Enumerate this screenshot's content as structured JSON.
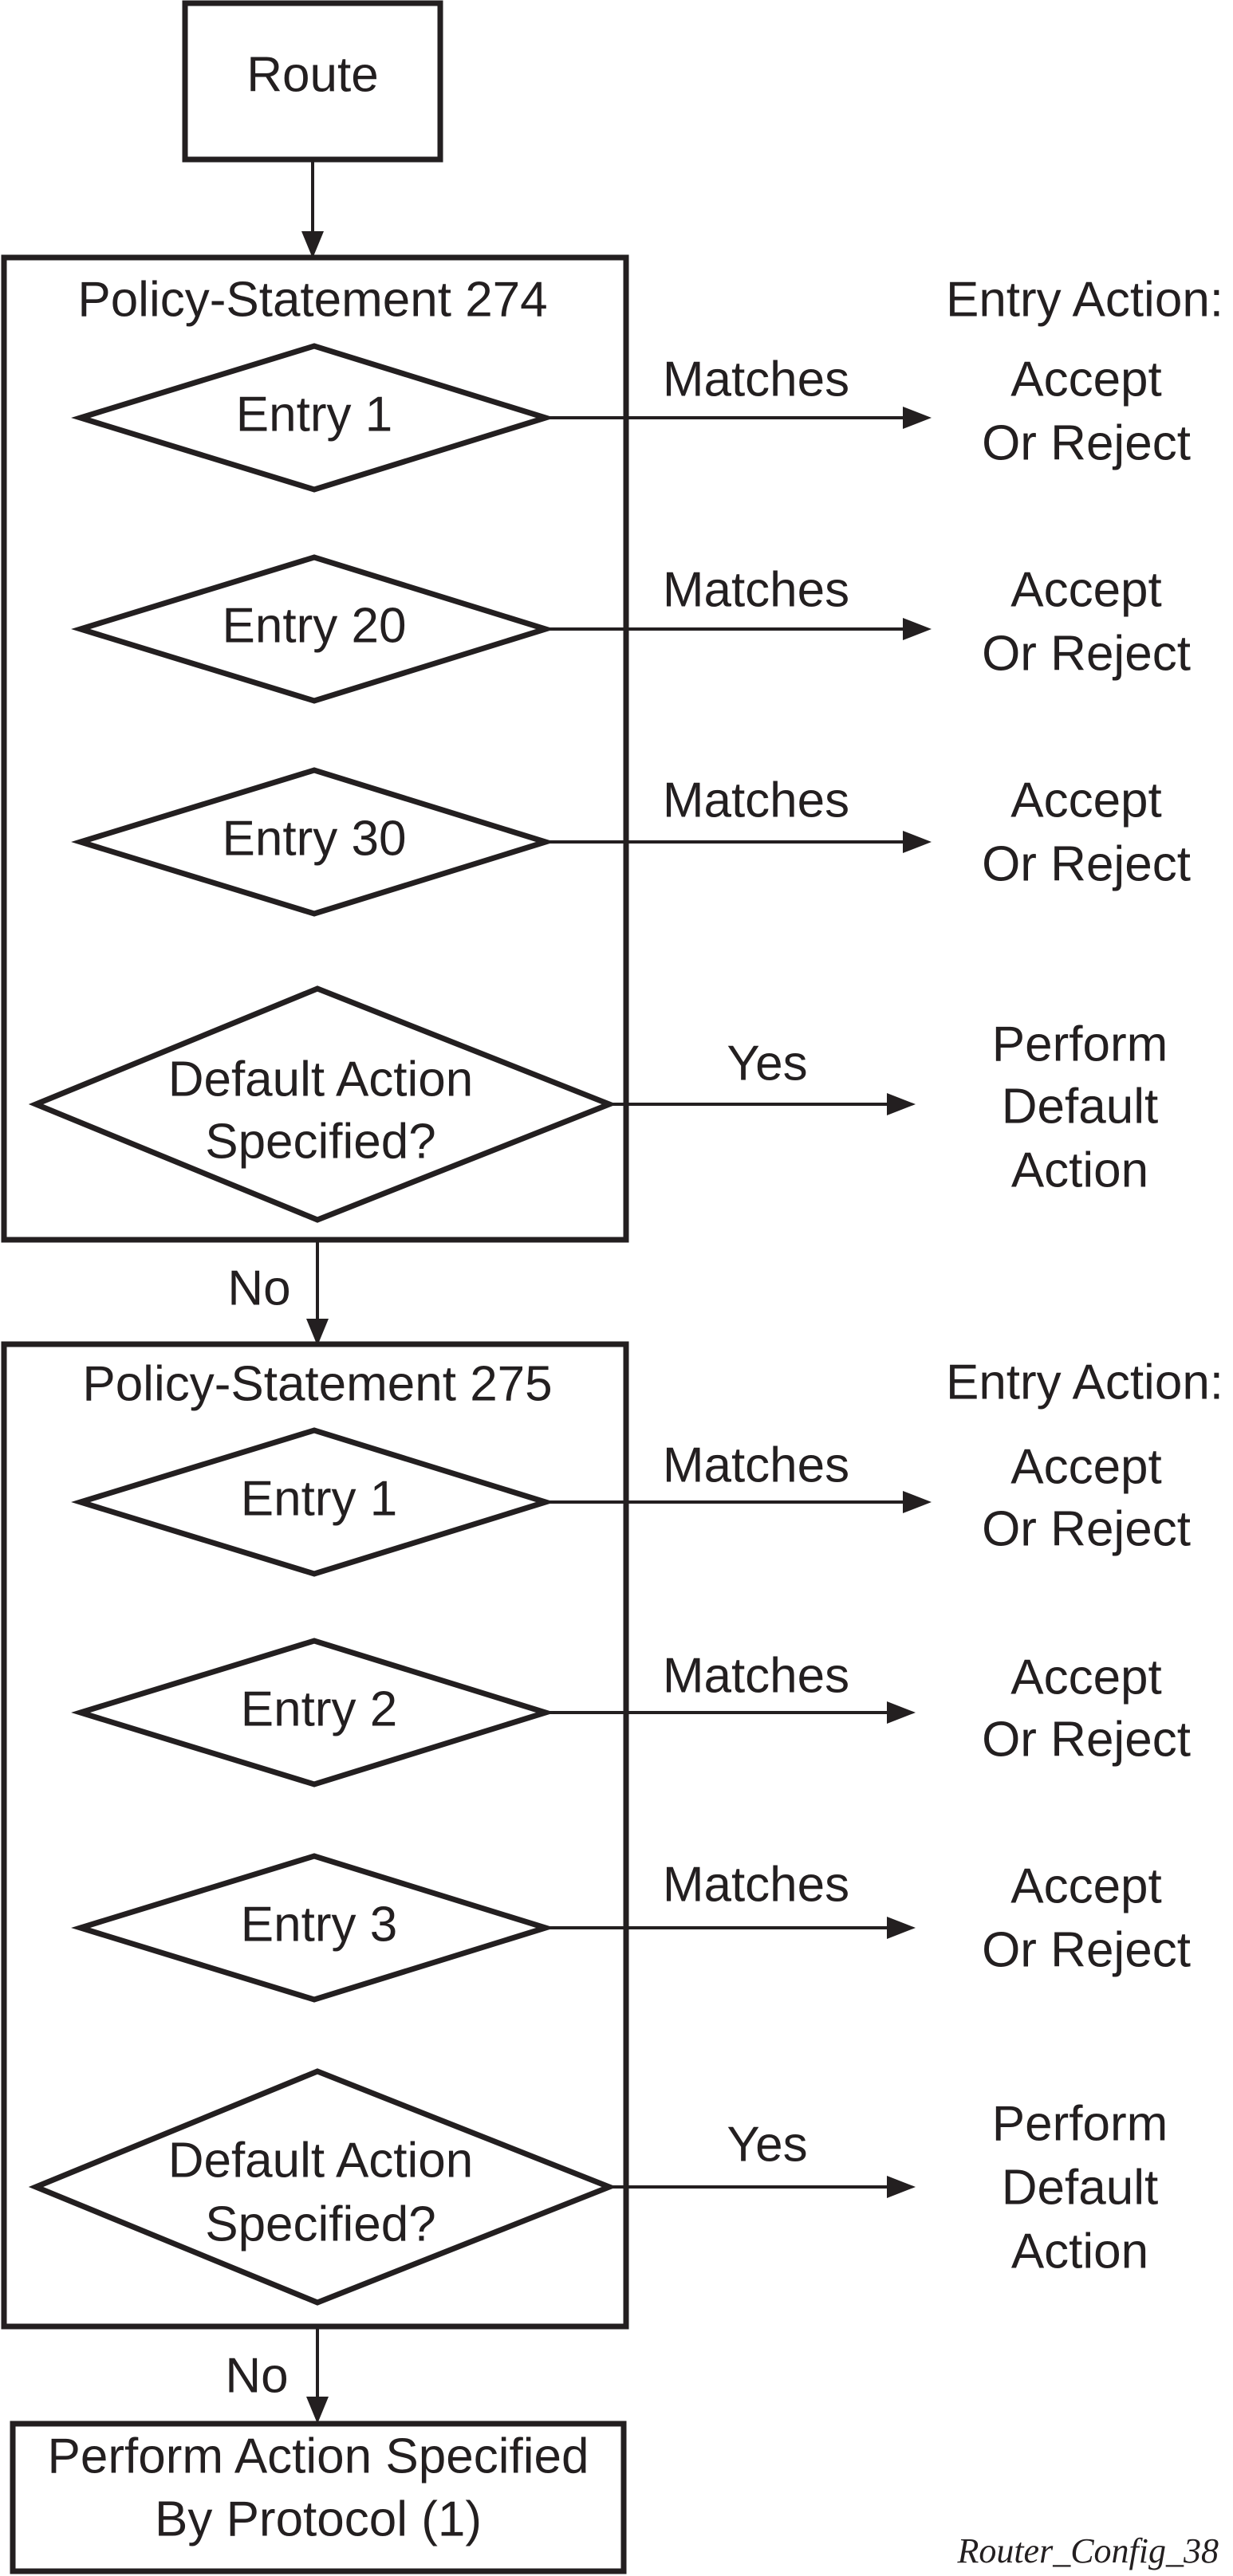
{
  "start": {
    "label": "Route"
  },
  "statements": [
    {
      "title": "Policy-Statement 274",
      "entry_action_header": "Entry Action:",
      "entries": [
        {
          "label": "Entry 1",
          "edge": "Matches",
          "action_lines": [
            "Accept",
            "Or Reject"
          ]
        },
        {
          "label": "Entry 20",
          "edge": "Matches",
          "action_lines": [
            "Accept",
            "Or Reject"
          ]
        },
        {
          "label": "Entry 30",
          "edge": "Matches",
          "action_lines": [
            "Accept",
            "Or Reject"
          ]
        }
      ],
      "default_check": {
        "lines": [
          "Default Action",
          "Specified?"
        ],
        "yes_label": "Yes",
        "action_lines": [
          "Perform",
          "Default",
          "Action"
        ]
      },
      "no_label": "No"
    },
    {
      "title": "Policy-Statement 275",
      "entry_action_header": "Entry Action:",
      "entries": [
        {
          "label": "Entry 1",
          "edge": "Matches",
          "action_lines": [
            "Accept",
            "Or Reject"
          ]
        },
        {
          "label": "Entry 2",
          "edge": "Matches",
          "action_lines": [
            "Accept",
            "Or Reject"
          ]
        },
        {
          "label": "Entry 3",
          "edge": "Matches",
          "action_lines": [
            "Accept",
            "Or Reject"
          ]
        }
      ],
      "default_check": {
        "lines": [
          "Default Action",
          "Specified?"
        ],
        "yes_label": "Yes",
        "action_lines": [
          "Perform",
          "Default",
          "Action"
        ]
      },
      "no_label": "No"
    }
  ],
  "end": {
    "lines": [
      "Perform Action Specified",
      "By Protocol (1)"
    ]
  },
  "figure_id": "Router_Config_38",
  "colors": {
    "ink": "#231f20",
    "background": "#ffffff"
  }
}
